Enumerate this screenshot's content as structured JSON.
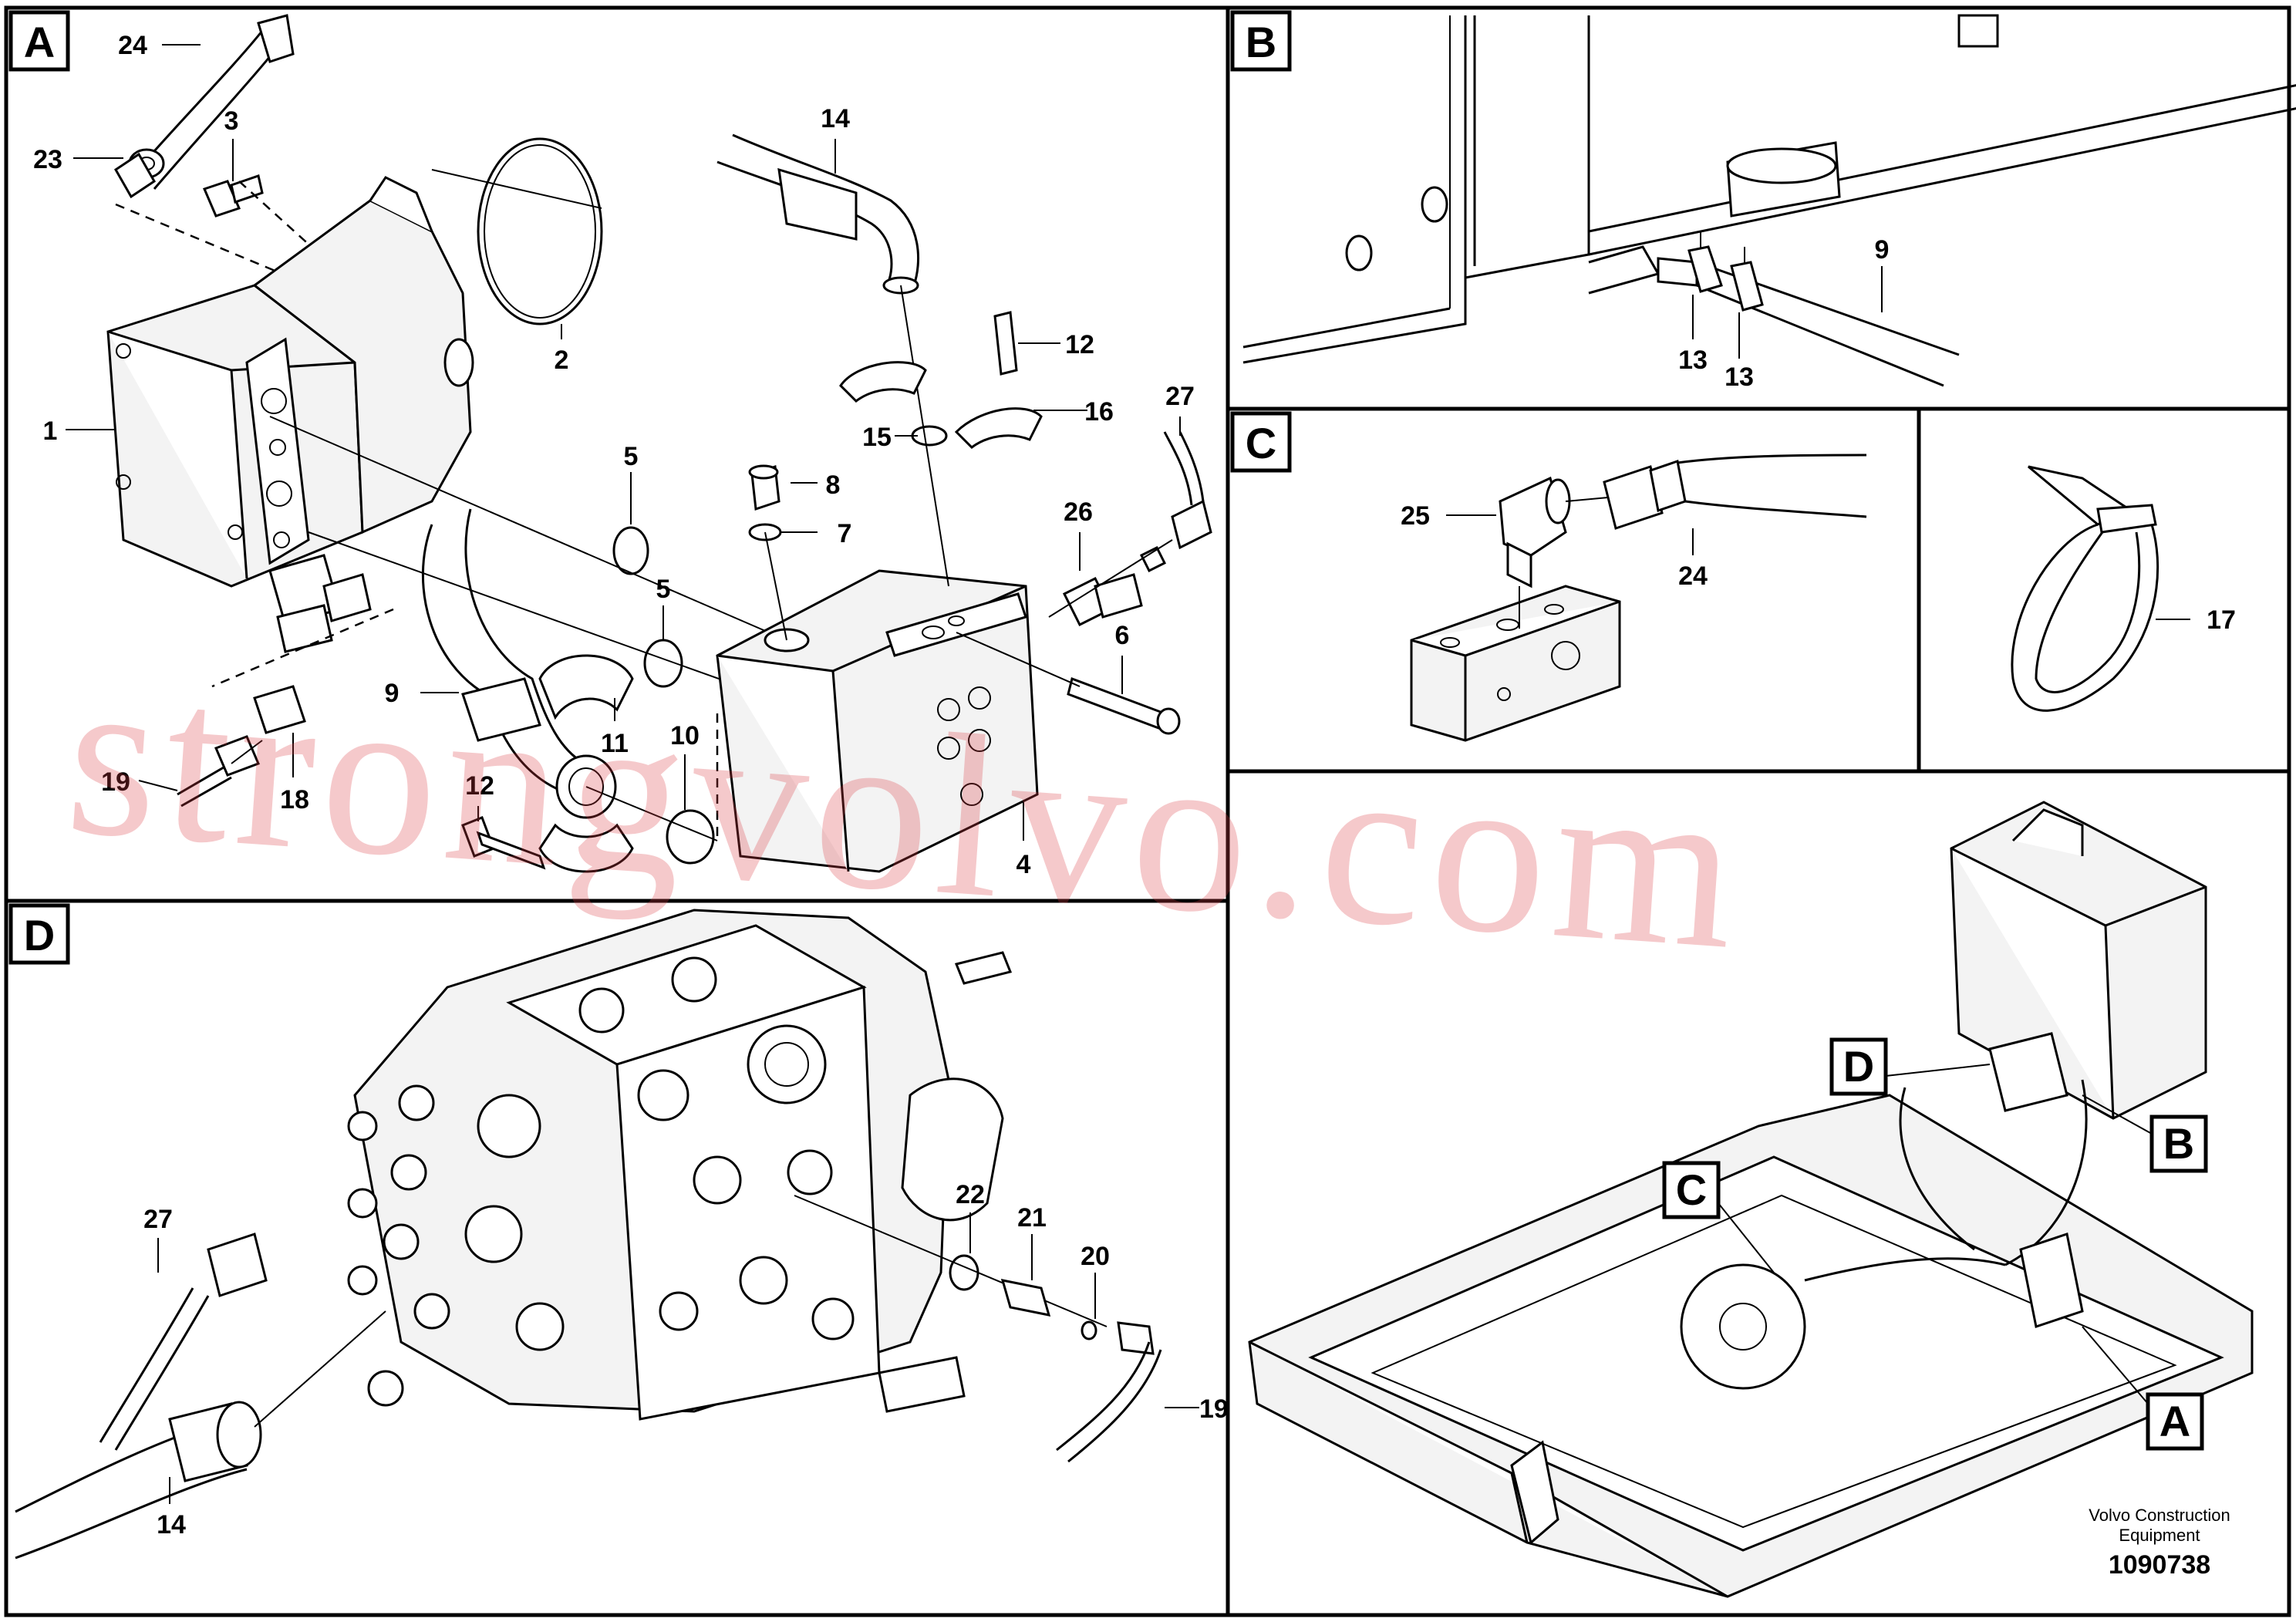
{
  "panels": {
    "A": {
      "letter": "A",
      "callouts": [
        "24",
        "23",
        "3",
        "2",
        "1",
        "14",
        "12",
        "16",
        "27",
        "15",
        "8",
        "7",
        "26",
        "5",
        "5",
        "6",
        "9",
        "11",
        "10",
        "19",
        "18",
        "12",
        "4"
      ]
    },
    "B": {
      "letter": "B",
      "callouts": [
        "9",
        "13",
        "13"
      ]
    },
    "C": {
      "letter": "C",
      "callouts": [
        "25",
        "24"
      ]
    },
    "C2": {
      "callouts": [
        "17"
      ]
    },
    "D": {
      "letter": "D",
      "callouts": [
        "27",
        "22",
        "21",
        "20",
        "14",
        "19"
      ]
    },
    "overview": {
      "labels": [
        "D",
        "C",
        "B",
        "A"
      ]
    }
  },
  "watermark": "strongvolvo.com",
  "footer": {
    "brand_line1": "Volvo Construction",
    "brand_line2": "Equipment",
    "doc_number": "1090738"
  }
}
